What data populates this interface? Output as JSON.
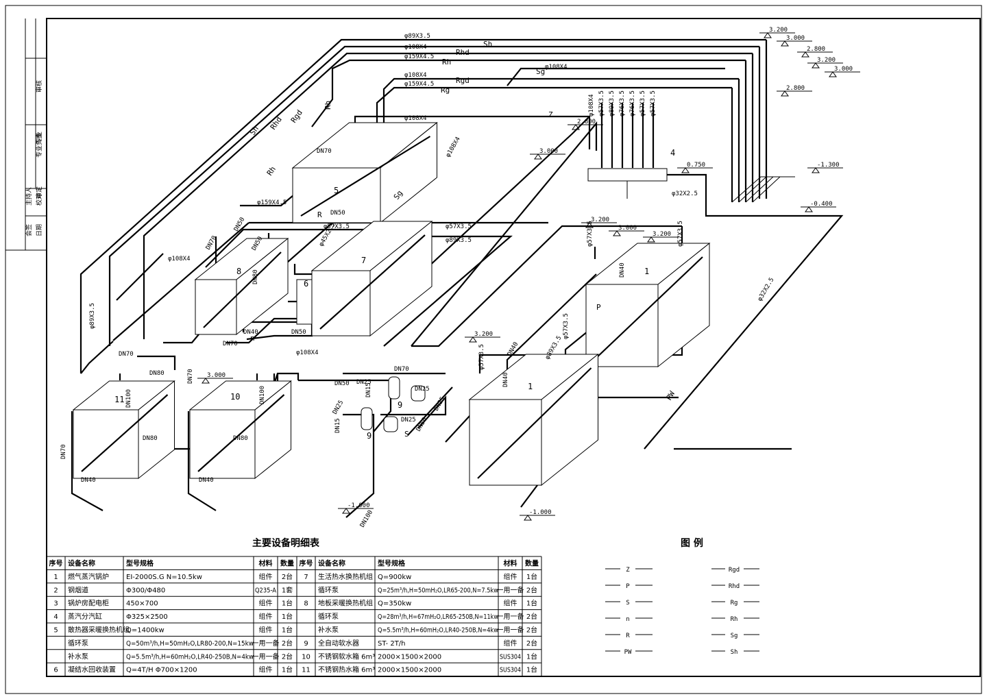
{
  "table": {
    "title": "主要设备明细表",
    "headers": [
      "序号",
      "设备名称",
      "型号规格",
      "材料",
      "数量",
      "序号",
      "设备名称",
      "型号规格",
      "材料",
      "数量"
    ],
    "rows": [
      [
        "1",
        "燃气蒸汽锅炉",
        "EI-2000S.G N=10.5kw",
        "组件",
        "2台",
        "7",
        "生活热水换热机组",
        "Q=900kw",
        "组件",
        "1台"
      ],
      [
        "2",
        "钢烟道",
        "Φ300/Φ480",
        "Q235-A",
        "1套",
        "",
        "循环泵",
        "Q=25m³/h,H=50mH₂O,LR65-200,N=7.5kw",
        "一用一备",
        "2台"
      ],
      [
        "3",
        "锅炉房配电柜",
        "450×700",
        "组件",
        "1台",
        "8",
        "地板采暖换热机组",
        "Q=350kw",
        "组件",
        "1台"
      ],
      [
        "4",
        "蒸汽分汽缸",
        "Φ325×2500",
        "组件",
        "1台",
        "",
        "循环泵",
        "Q=28m³/h,H=67mH₂O,LR65-250B,N=11kw",
        "一用一备",
        "2台"
      ],
      [
        "5",
        "散热器采暖换热机组",
        "Q=1400kw",
        "组件",
        "1台",
        "",
        "补水泵",
        "Q=5.5m³/h,H=60mH₂O,LR40-250B,N=4kw",
        "一用一备",
        "2台"
      ],
      [
        "",
        "循环泵",
        "Q=50m³/h,H=50mH₂O,LR80-200,N=15kw",
        "一用一备",
        "2台",
        "9",
        "全自动软水器",
        "ST- 2T/h",
        "组件",
        "2台"
      ],
      [
        "",
        "补水泵",
        "Q=5.5m³/h,H=60mH₂O,LR40-250B,N=4kw",
        "一用一备",
        "2台",
        "10",
        "不锈钢软水箱 6m³",
        "2000×1500×2000",
        "SUS304",
        "1台"
      ],
      [
        "6",
        "凝结水回收装置",
        "Q=4T/H Φ700×1200",
        "组件",
        "1台",
        "11",
        "不锈钢热水箱 6m³",
        "2000×1500×2000",
        "SUS304",
        "1台"
      ]
    ]
  },
  "legend": {
    "title": "图  例",
    "left": [
      "Z",
      "P",
      "S",
      "n",
      "R",
      "PW"
    ],
    "right": [
      "Rgd",
      "Rhd",
      "Rg",
      "Rh",
      "Sg",
      "Sh"
    ]
  },
  "title_block": {
    "cells": [
      "专业负责",
      "审核",
      "专业",
      "主持人",
      "校对",
      "审定",
      "会签",
      "日期"
    ]
  },
  "equipment_labels": [
    "1",
    "1",
    "4",
    "5",
    "6",
    "7",
    "8",
    "9",
    "9",
    "10",
    "11"
  ],
  "pipe_sizes": [
    "φ89X3.5",
    "φ108X4",
    "φ159X4.5",
    "φ108X4",
    "φ159X4.5",
    "φ108X4",
    "φ108X4",
    "φ159X4.5",
    "φ57X3.5",
    "φ45X2.5",
    "φ57X3.5",
    "φ89X3.5",
    "φ108X4",
    "φ108X4",
    "φ89X3.5",
    "φ57X3.5",
    "φ57X3.5",
    "φ89X3.5",
    "φ57X3.5",
    "φ57X3.5",
    "φ32X2.5",
    "φ32X2.5",
    "φ108X4",
    "φ108X4",
    "φ57X3.5",
    "φ89X3.5",
    "φ76X3.5",
    "φ76X3.5",
    "φ57X3.5",
    "φ57X3.5"
  ],
  "pipe_codes": [
    "Sh",
    "Rhd",
    "Rh",
    "Rgd",
    "Rg",
    "Sg",
    "Z",
    "R",
    "P",
    "S",
    "n",
    "PW",
    "Rh",
    "Rgd",
    "Rhd",
    "Sh",
    "Sg",
    "Rh"
  ],
  "dn_labels": [
    "DN70",
    "DN50",
    "DN50",
    "DN50",
    "DN70",
    "DN80",
    "DN40",
    "DN70",
    "DN50",
    "DN70",
    "DN80",
    "DN100",
    "DN80",
    "DN40",
    "DN70",
    "DN100",
    "DN80",
    "DN40",
    "DN70",
    "DN50",
    "DN25",
    "DN15",
    "DN25",
    "DN15",
    "DN70",
    "DN25",
    "DN25",
    "DN50",
    "DN25",
    "DN100",
    "DN40",
    "DN40",
    "DN40"
  ],
  "elevations": [
    "3.200",
    "3.000",
    "2.800",
    "3.200",
    "3.000",
    "2.800",
    "2.800",
    "3.000",
    "0.750",
    "-1.300",
    "-0.400",
    "3.200",
    "3.000",
    "3.200",
    "3.200",
    "3.000",
    "-1.000",
    "-1.000"
  ]
}
